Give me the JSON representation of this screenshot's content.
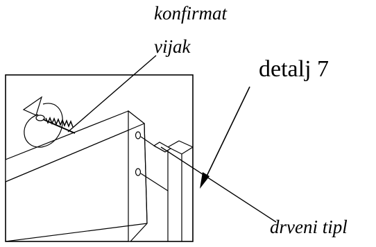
{
  "labels": {
    "screw_line1": "konfirmat",
    "screw_line2": "vijak",
    "detail": "detalj 7",
    "dowel": "drveni tipl"
  },
  "colors": {
    "stroke": "#000000",
    "background": "#ffffff"
  }
}
